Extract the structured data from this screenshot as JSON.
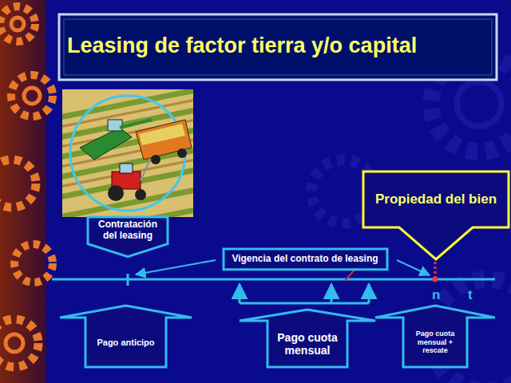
{
  "diagram": {
    "title": "Leasing de factor tierra y/o capital",
    "nodes": [
      {
        "text": [
          "Propiedad del bien"
        ]
      },
      {
        "text": [
          "Contratación del leasing"
        ]
      },
      {
        "text": [
          "Vigencia del contrato de leasing"
        ]
      },
      {
        "text": [
          "Pago anticipo"
        ]
      },
      {
        "text": [
          "Pago cuota mensual"
        ]
      },
      {
        "text": [
          "Pago cuota mensual + rescate"
        ]
      }
    ],
    "labels": [
      "n",
      "t"
    ]
  }
}
